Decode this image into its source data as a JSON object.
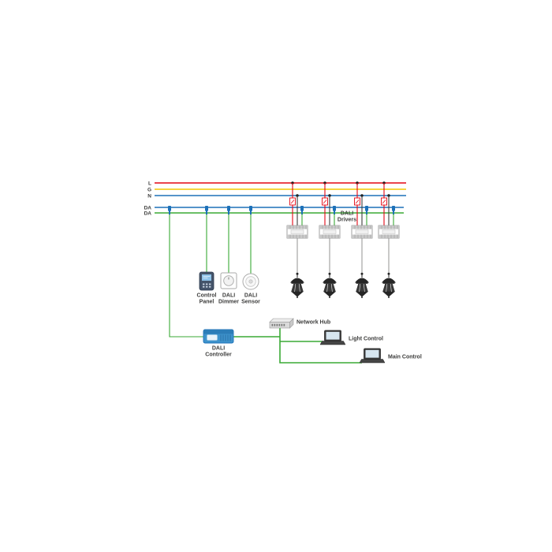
{
  "title": "DALI lighting control system wiring diagram",
  "colors": {
    "line_l_red": "#e30613",
    "line_g_yellow": "#f2c500",
    "line_n_blue": "#1d71b8",
    "da_bus_blue": "#1d71b8",
    "da_bus_green": "#3aaa35",
    "network_green": "#3aaa35",
    "lamp_wire_gray": "#9d9d9c",
    "controller_blue": "#3e93cc",
    "label_text": "#3c3c3b",
    "background": "#ffffff"
  },
  "labels": {
    "bus": {
      "l": "L",
      "g": "G",
      "n": "N",
      "da1": "DA",
      "da2": "DA"
    },
    "dali_drivers": {
      "line1": "DALI",
      "line2": "Drivers"
    },
    "control_panel": {
      "line1": "Control",
      "line2": "Panel"
    },
    "dali_dimmer": {
      "line1": "DALI",
      "line2": "Dimmer"
    },
    "dali_sensor": {
      "line1": "DALI",
      "line2": "Sensor"
    },
    "dali_controller": {
      "line1": "DALI",
      "line2": "Controller"
    },
    "network_hub": "Network Hub",
    "light_control": "Light Control",
    "main_control": "Main Control"
  },
  "counts": {
    "dali_drivers": 4,
    "street_lamps": 4
  },
  "icons": {
    "drivers": "din-terminal-driver-icon",
    "lamps": "street-lamp-icon",
    "fuse": "fuse-icon",
    "da_connector": "bus-connector-plug-icon",
    "control_panel": "control-panel-device-icon",
    "dimmer": "rotary-dimmer-icon",
    "sensor": "round-sensor-icon",
    "controller": "dali-controller-device-icon",
    "hub": "network-hub-icon",
    "laptop": "laptop-icon"
  }
}
